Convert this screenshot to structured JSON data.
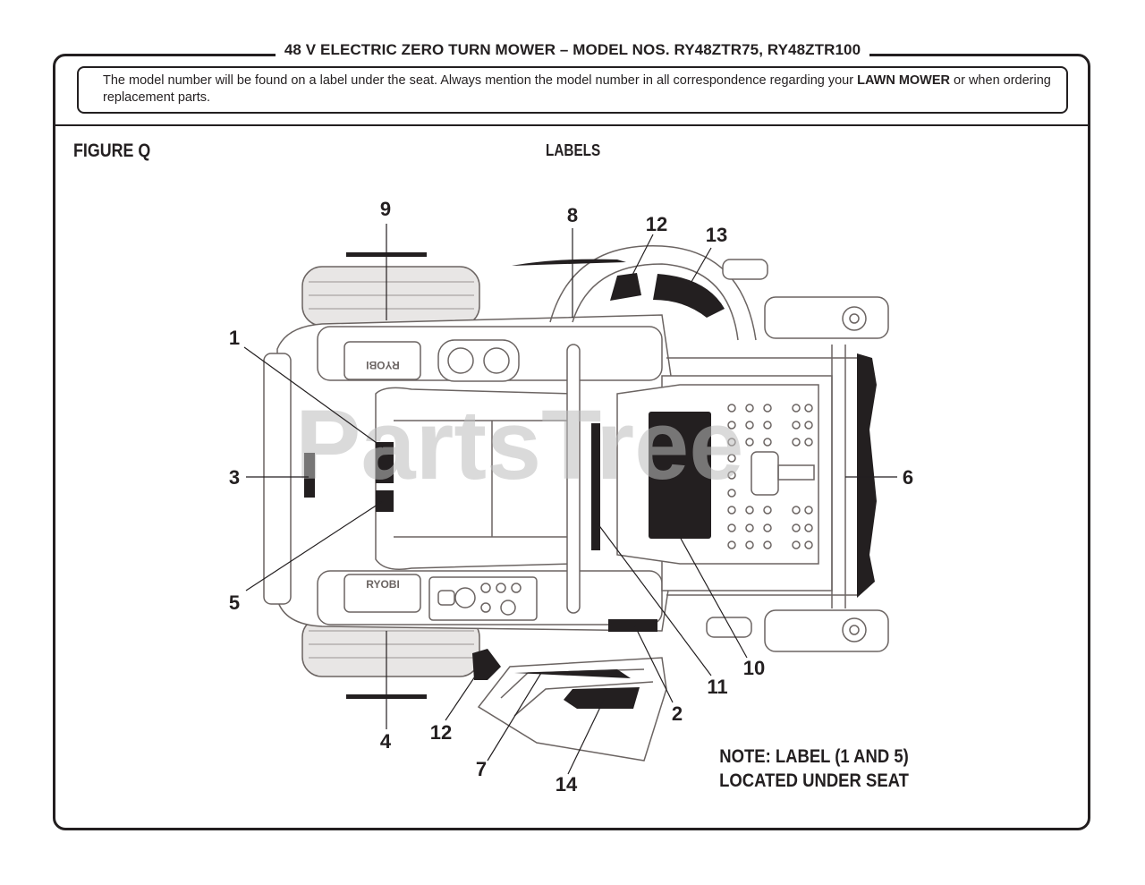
{
  "header": {
    "title": "48 V ELECTRIC ZERO TURN MOWER – MODEL NOS. RY48ZTR75, RY48ZTR100",
    "intro_text": "The model number will be found on a label under the seat. Always mention the model number in all correspondence regarding your ",
    "intro_bold": "LAWN MOWER",
    "intro_text_2": " or when ordering replacement parts."
  },
  "figure": {
    "label": "FIGURE Q",
    "title": "LABELS",
    "note_line1": "NOTE: LABEL (1 AND 5)",
    "note_line2": "LOCATED UNDER SEAT",
    "watermark": "PartsTree",
    "brand_marks": [
      "RYOBI",
      "RYOBI"
    ]
  },
  "callouts": [
    {
      "id": "1",
      "label": "1"
    },
    {
      "id": "2",
      "label": "2"
    },
    {
      "id": "3",
      "label": "3"
    },
    {
      "id": "4",
      "label": "4"
    },
    {
      "id": "5",
      "label": "5"
    },
    {
      "id": "6",
      "label": "6"
    },
    {
      "id": "7",
      "label": "7"
    },
    {
      "id": "8",
      "label": "8"
    },
    {
      "id": "9",
      "label": "9"
    },
    {
      "id": "10",
      "label": "10"
    },
    {
      "id": "11",
      "label": "11"
    },
    {
      "id": "12a",
      "label": "12"
    },
    {
      "id": "12b",
      "label": "12"
    },
    {
      "id": "13",
      "label": "13"
    },
    {
      "id": "14",
      "label": "14"
    }
  ],
  "colors": {
    "ink": "#231f20",
    "line": "#6b6462",
    "watermark": "#bdbdbd"
  }
}
